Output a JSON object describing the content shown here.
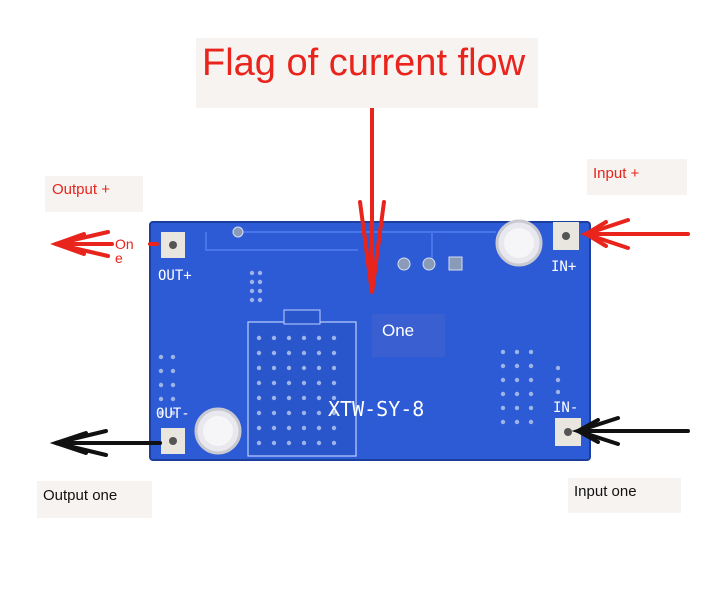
{
  "title": "Flag of current flow",
  "labels": {
    "output_plus": "Output +",
    "input_plus": "Input +",
    "output_minus": "Output one",
    "input_minus": "Input one",
    "one_badge": "One",
    "arrow_small_text": "On\ne"
  },
  "board": {
    "model": "XTW-SY-8",
    "out_plus": "OUT+",
    "out_minus": "OUT-",
    "in_plus": "IN+",
    "in_minus": "IN-"
  },
  "colors": {
    "board": "#2d5bd6",
    "red_arrow": "#e8241c",
    "black_arrow": "#111111"
  }
}
